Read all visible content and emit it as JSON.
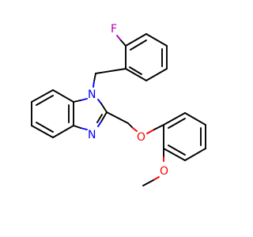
{
  "molecule": {
    "atoms": {
      "fluorine": {
        "symbol": "F",
        "color": "#b400b4"
      },
      "n1": {
        "symbol": "N",
        "color": "#0000ff"
      },
      "n3": {
        "symbol": "N",
        "color": "#0000ff"
      },
      "ether_oxygen": {
        "symbol": "O",
        "color": "#ff0000"
      },
      "methoxy_oxygen": {
        "symbol": "O",
        "color": "#ff0000"
      }
    },
    "bond_color": "#000000"
  }
}
